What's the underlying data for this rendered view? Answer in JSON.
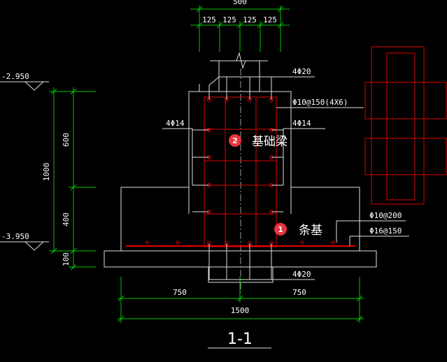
{
  "dimensions": {
    "top_total": "500",
    "top_segments": [
      "125",
      "125",
      "125",
      "125"
    ],
    "left_total": "1000",
    "left_upper": "600",
    "left_lower": "400",
    "left_base": "100",
    "bottom_left": "750",
    "bottom_right": "750",
    "bottom_total": "1500"
  },
  "elevations": {
    "top": "-2.950",
    "bottom": "-3.950"
  },
  "rebar_labels": {
    "top_bars": "4Φ20",
    "stirrups": "Φ10@150(4X6)",
    "side_left": "4Φ14",
    "side_right": "4Φ14",
    "footing_dist": "Φ10@200",
    "footing_main": "Φ16@150",
    "bottom_bars": "4Φ20"
  },
  "callouts": [
    {
      "number": "1",
      "label": "条基"
    },
    {
      "number": "2",
      "label": "基础梁"
    }
  ],
  "section_title": "1-1",
  "colors": {
    "dimension_green": "#00c800",
    "outline_white": "#e0e0e0",
    "rebar_red": "#e00000",
    "badge_red": "#e8343c",
    "axis_grey": "#9a9a9a"
  }
}
